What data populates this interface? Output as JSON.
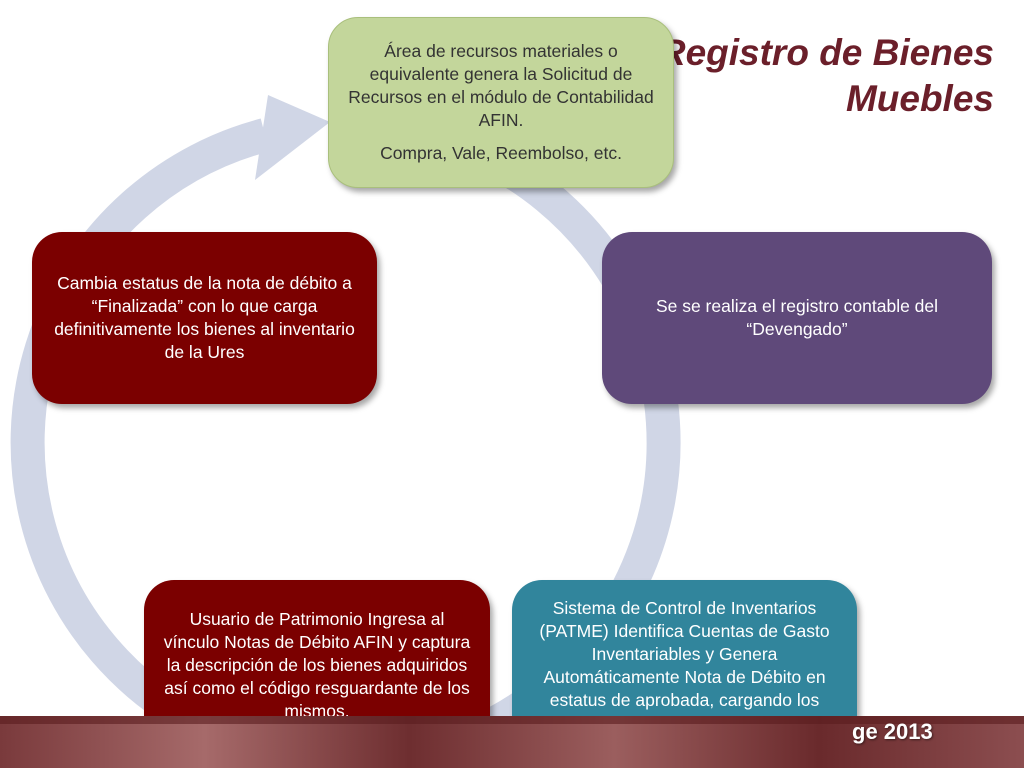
{
  "title": {
    "line1": "Registro de Bienes",
    "line2": "Muebles"
  },
  "nodes": [
    {
      "paragraphs": [
        "Área de recursos materiales o equivalente  genera la Solicitud de Recursos en el módulo de Contabilidad AFIN.",
        "Compra, Vale, Reembolso, etc."
      ],
      "color": "#c3d69b"
    },
    {
      "paragraphs": [
        "Se se realiza el registro contable del “Devengado”"
      ],
      "color": "#5f497a"
    },
    {
      "paragraphs": [
        "Sistema de Control de Inventarios (PATME) Identifica Cuentas de Gasto Inventariables y Genera Automáticamente Nota de Débito en estatus de aprobada, cargando los bienes adquiridos."
      ],
      "color": "#31859c"
    },
    {
      "paragraphs": [
        "Usuario de Patrimonio Ingresa al vínculo Notas de Débito AFIN y captura la descripción de  los bienes adquiridos así como el código resguardante de los mismos."
      ],
      "color": "#7b0000"
    },
    {
      "paragraphs": [
        "Cambia estatus de la nota de débito a “Finalizada” con lo que carga definitivamente los bienes al inventario de la Ures"
      ],
      "color": "#7b0000"
    }
  ],
  "footer": {
    "text": "ge 2013"
  },
  "colors": {
    "cycle_ring": "#d0d6e6",
    "title": "#6b1f2a"
  }
}
